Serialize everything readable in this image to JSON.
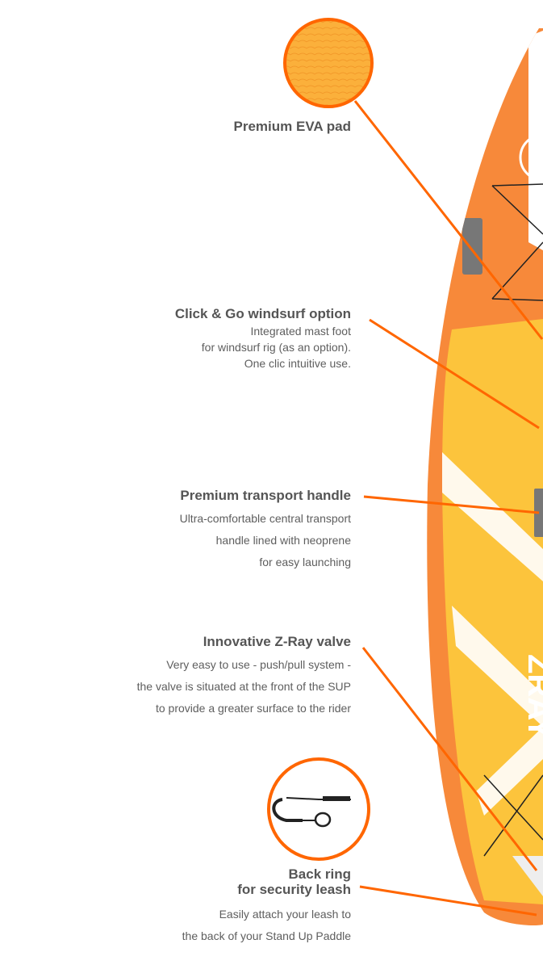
{
  "features": [
    {
      "title": "Premium EVA pad",
      "lines": []
    },
    {
      "title": "Click & Go windsurf option",
      "lines": [
        "Integrated mast foot",
        "for windsurf rig (as an option).",
        "One clic intuitive use."
      ]
    },
    {
      "title": "Premium transport handle",
      "lines": [
        "Ultra-comfortable central transport",
        "handle lined with neoprene",
        "for easy launching"
      ]
    },
    {
      "title": "Innovative Z-Ray valve",
      "lines": [
        "Very easy to use - push/pull system -",
        "the valve is situated at the front of the SUP",
        "to provide a greater surface to the rider"
      ]
    },
    {
      "title_line1": "Back ring",
      "title_line2": "for security leash",
      "lines": [
        "Easily attach your leash to",
        "the back of your Stand Up Paddle"
      ]
    }
  ],
  "board_text": "ZRAY",
  "colors": {
    "accent": "#ff6600",
    "board_orange": "#f7893a",
    "deck_yellow": "#fcc43c",
    "text": "#555555"
  }
}
